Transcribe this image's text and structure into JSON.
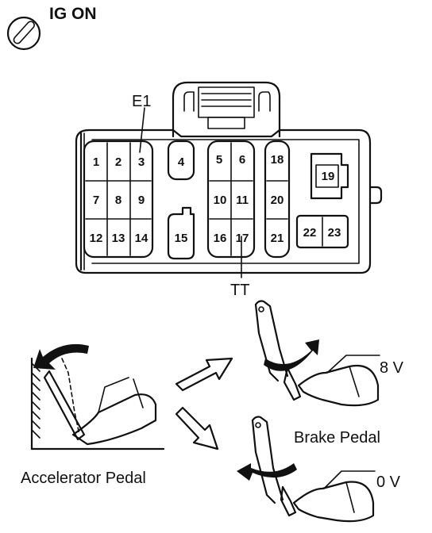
{
  "condition": {
    "icon": "ignition-key-icon",
    "label": "IG ON"
  },
  "connector": {
    "ground_label": "E1",
    "test_label": "TT",
    "pins": [
      "1",
      "2",
      "3",
      "4",
      "5",
      "6",
      "7",
      "8",
      "9",
      "10",
      "11",
      "12",
      "13",
      "14",
      "15",
      "16",
      "17",
      "18",
      "19",
      "20",
      "21",
      "22",
      "23"
    ]
  },
  "pedals": {
    "accelerator_label": "Accelerator Pedal",
    "brake_label": "Brake Pedal",
    "depressed_voltage": "8 V",
    "released_voltage": "0 V"
  }
}
